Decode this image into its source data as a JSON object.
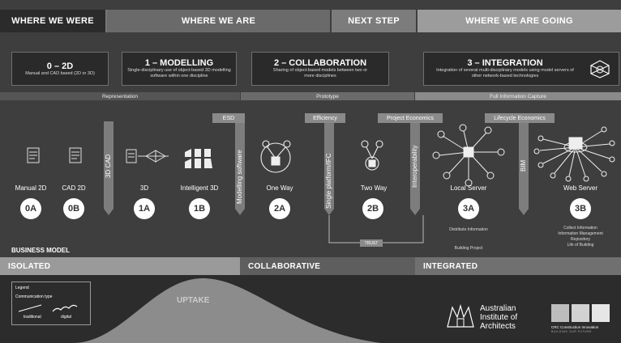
{
  "headers": [
    "WHERE WE WERE",
    "WHERE WE ARE",
    "NEXT STEP",
    "WHERE WE ARE GOING"
  ],
  "stages": [
    {
      "title": "0 – 2D",
      "sub": "Manual and CAD based (2D or 3D)"
    },
    {
      "title": "1 – MODELLING",
      "sub": "Single-disciplinary use of object-based 3D modelling software within one discipline"
    },
    {
      "title": "2 – COLLABORATION",
      "sub": "Sharing of object-based models between two or more disciplines"
    },
    {
      "title": "3 – INTEGRATION",
      "sub": "Integration of several multi-disciplinary models using model servers of other network-based technologies"
    }
  ],
  "bands": [
    "Representation",
    "Prototype",
    "Full Information Capture"
  ],
  "tags": [
    "ESD",
    "Efficiency",
    "Project Economics",
    "Lifecycle Economics"
  ],
  "vertical_labels": [
    "3D CAD",
    "Modelling software",
    "Single platform/IFC",
    "Interoperability",
    "BIM"
  ],
  "items": [
    {
      "label": "Manual 2D",
      "badge": "0A"
    },
    {
      "label": "CAD 2D",
      "badge": "0B"
    },
    {
      "label": "3D",
      "badge": "1A"
    },
    {
      "label": "Intelligent 3D",
      "badge": "1B"
    },
    {
      "label": "One Way",
      "badge": "2A"
    },
    {
      "label": "Two Way",
      "badge": "2B"
    },
    {
      "label": "Local Server",
      "badge": "3A"
    },
    {
      "label": "Web Server",
      "badge": "3B"
    }
  ],
  "notes": {
    "local_server": [
      "Distribute Information",
      "Building Project"
    ],
    "web_server": [
      "Collect Information",
      "Information Management",
      "Repository",
      "Life of Building"
    ],
    "trust": "TRUST"
  },
  "business_model": "BUSINESS MODEL",
  "phases": [
    "ISOLATED",
    "COLLABORATIVE",
    "INTEGRATED"
  ],
  "uptake": "UPTAKE",
  "legend": {
    "title": "Legend",
    "sub": "Communication type",
    "traditional": "traditional",
    "digital": "digital"
  },
  "logos": {
    "aia": [
      "Australian",
      "Institute of",
      "Architects"
    ],
    "crc": "CRC Construction Innovation",
    "crc_tagline": "BUILDING OUR FUTURE"
  },
  "colors": {
    "background": "#3e3e3e",
    "panel": "#2a2a2a",
    "light_band": "#9a9a9a",
    "mid_band": "#6a6a6a"
  }
}
